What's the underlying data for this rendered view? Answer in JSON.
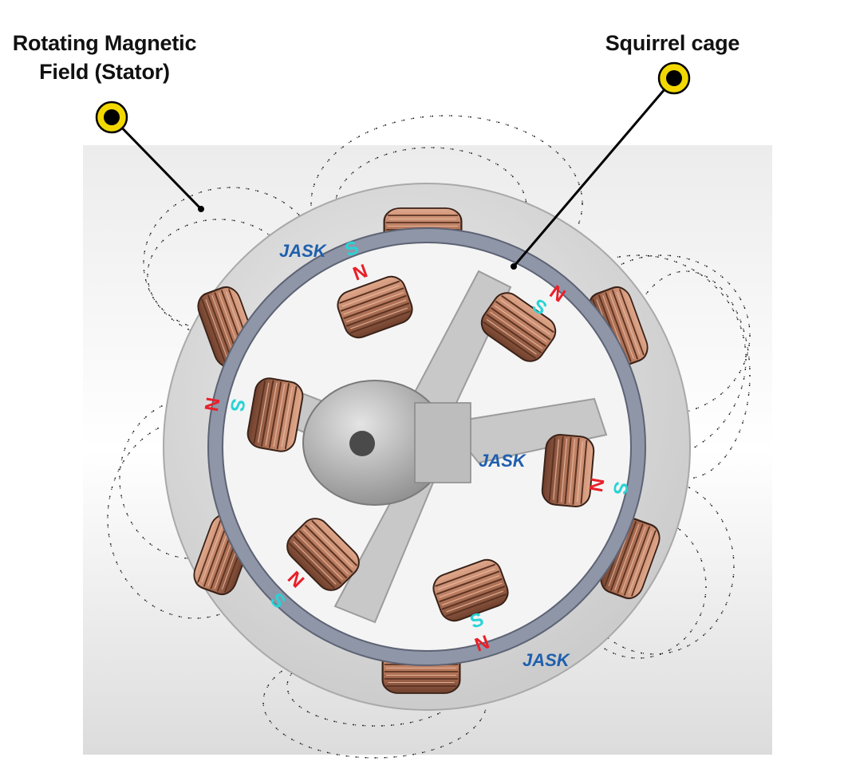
{
  "labels": {
    "stator": [
      "Rotating Magnetic",
      "Field (Stator)"
    ],
    "cage": "Squirrel cage"
  },
  "pole_letters": {
    "north": "N",
    "south": "S"
  },
  "logo_text": "JASK",
  "colors": {
    "north": "#e8202a",
    "south": "#29d3d6",
    "marker_fill": "#f2d800",
    "copper": "#b5765a",
    "stator_face": "#d9d9d9",
    "ring": "#8f96a8",
    "logo": "#1f5fae"
  },
  "icons": [
    "callout-marker-icon",
    "callout-marker-icon"
  ]
}
